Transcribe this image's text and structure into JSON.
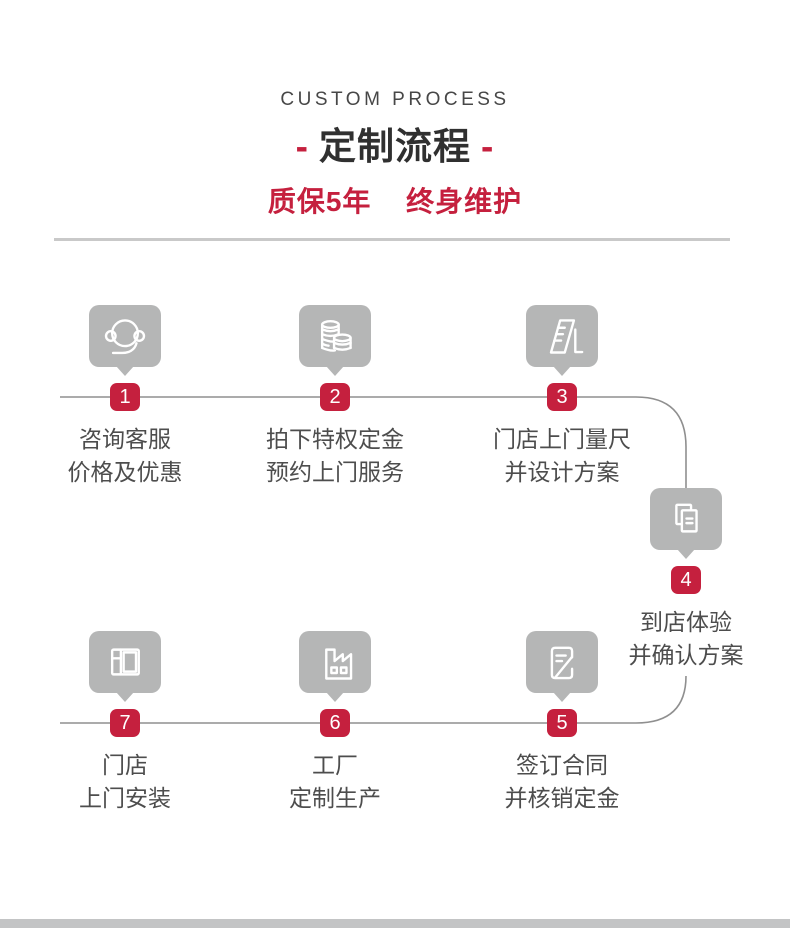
{
  "header": {
    "eyebrow": "CUSTOM PROCESS",
    "dash_left": "-",
    "title": "定制流程",
    "dash_right": "-",
    "tagline_1": "质保5年",
    "tagline_2": "终身维护"
  },
  "colors": {
    "accent_red": "#c5203e",
    "icon_gray": "#b5b6b6",
    "flow_line_gray": "#8f8f8f",
    "divider_gray": "#c9c9c9",
    "text_gray": "#4d4d4d",
    "bottom_bar_gray": "#c3c4c5"
  },
  "steps": [
    {
      "num": "1",
      "icon": "headset-icon",
      "lines": [
        "咨询客服",
        "价格及优惠"
      ]
    },
    {
      "num": "2",
      "icon": "coins-icon",
      "lines": [
        "拍下特权定金",
        "预约上门服务"
      ]
    },
    {
      "num": "3",
      "icon": "ruler-icon",
      "lines": [
        "门店上门量尺",
        "并设计方案"
      ]
    },
    {
      "num": "4",
      "icon": "documents-icon",
      "lines": [
        "到店体验",
        "并确认方案"
      ]
    },
    {
      "num": "5",
      "icon": "contract-icon",
      "lines": [
        "签订合同",
        "并核销定金"
      ]
    },
    {
      "num": "6",
      "icon": "factory-icon",
      "lines": [
        "工厂",
        "定制生产"
      ]
    },
    {
      "num": "7",
      "icon": "wardrobe-icon",
      "lines": [
        "门店",
        "上门安装"
      ]
    }
  ]
}
